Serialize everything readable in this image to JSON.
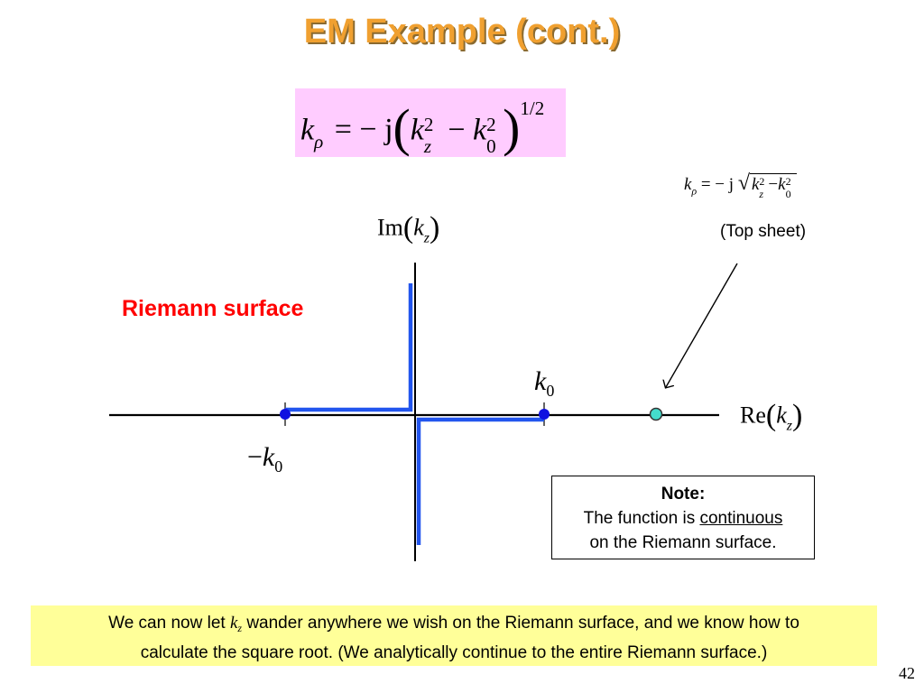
{
  "slide": {
    "title": "EM Example (cont.)",
    "page_number": "42"
  },
  "main_formula": {
    "lhs": "k",
    "lhs_sub": "ρ",
    "eq": "= − j",
    "k1": "k",
    "k1_sub": "z",
    "k1_sup": "2",
    "minus": "−",
    "k2": "k",
    "k2_sub": "0",
    "k2_sup": "2",
    "exponent": "1/2"
  },
  "side_formula": {
    "lhs": "k",
    "lhs_sub": "ρ",
    "eq": "= − j",
    "k1": "k",
    "k1_sub": "z",
    "k1_sup": "2",
    "minus": "−",
    "k2": "k",
    "k2_sub": "0",
    "k2_sup": "2"
  },
  "top_sheet_label": "(Top sheet)",
  "riemann_label": "Riemann surface",
  "axis_labels": {
    "im": "Im",
    "im_arg": "k",
    "im_arg_sub": "z",
    "re": "Re",
    "re_arg": "k",
    "re_arg_sub": "z"
  },
  "point_labels": {
    "k0": "k",
    "k0_sub": "0",
    "neg_k0_sign": "−",
    "neg_k0": "k",
    "neg_k0_sub": "0"
  },
  "note": {
    "title": "Note:",
    "line1_prefix": "The function is ",
    "line1_emph": "continuous",
    "line2": "on the Riemann surface."
  },
  "bottom_text": {
    "part1": "We can now let ",
    "var": "k",
    "var_sub": "z",
    "part2": " wander anywhere we wish on the Riemann surface, and we know how to",
    "line2": "calculate the square root. (We analytically continue to the entire Riemann surface.)"
  },
  "colors": {
    "title": "#f0a030",
    "formula_bg": "#ffccff",
    "branch_cut": "#2255ee",
    "branch_point": "#1010e0",
    "sheet_point": "#44ddcc",
    "riemann_label": "#ff0000",
    "bottom_bg": "#ffff99"
  }
}
